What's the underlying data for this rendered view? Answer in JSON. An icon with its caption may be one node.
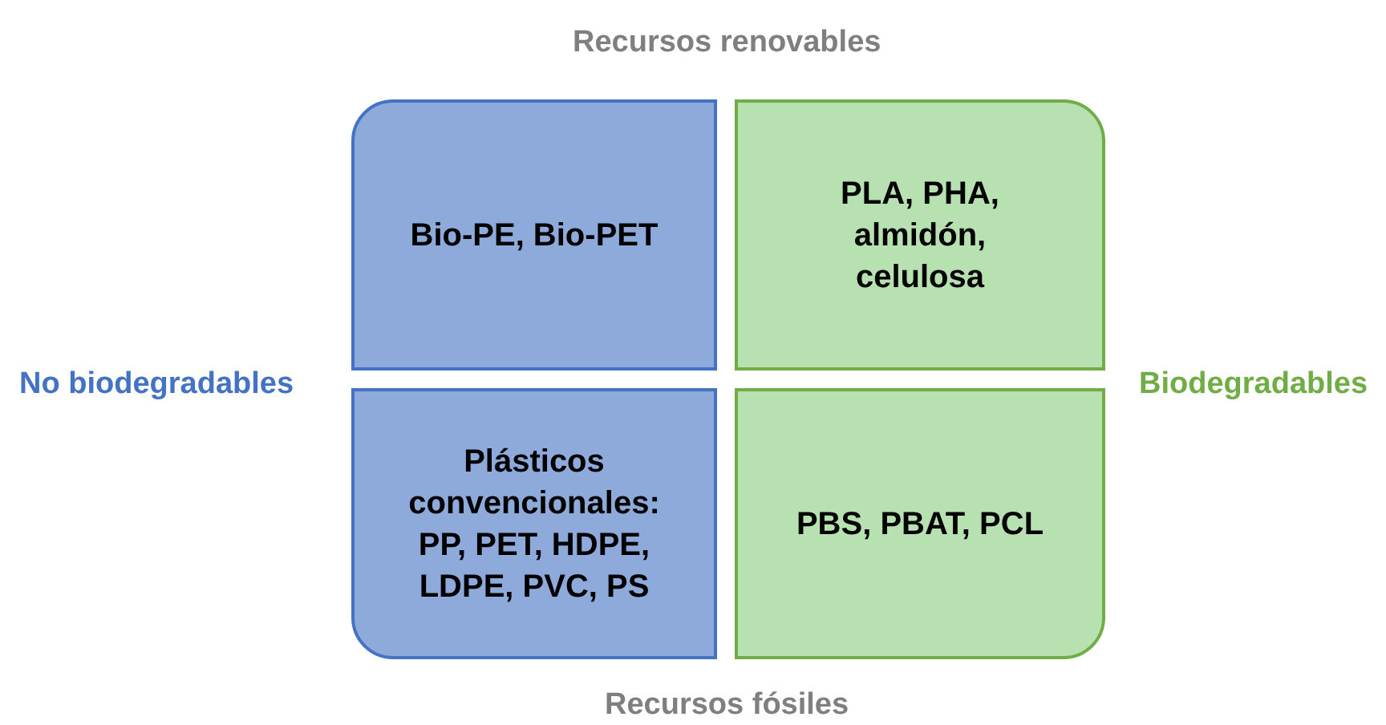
{
  "diagram": {
    "nodes": [
      {
        "text": [
          "Bio-PE, Bio-PET"
        ]
      },
      {
        "text": [
          "PLA, PHA, almidón, celulosa"
        ]
      },
      {
        "text": [
          "Plásticos convencionales: PP, PET, HDPE, LDPE, PVC, PS"
        ]
      },
      {
        "text": [
          "PBS, PBAT, PCL"
        ]
      }
    ],
    "labels": [
      "Recursos renovables",
      "No biodegradables",
      "Biodegradables",
      "Recursos fósiles"
    ]
  }
}
